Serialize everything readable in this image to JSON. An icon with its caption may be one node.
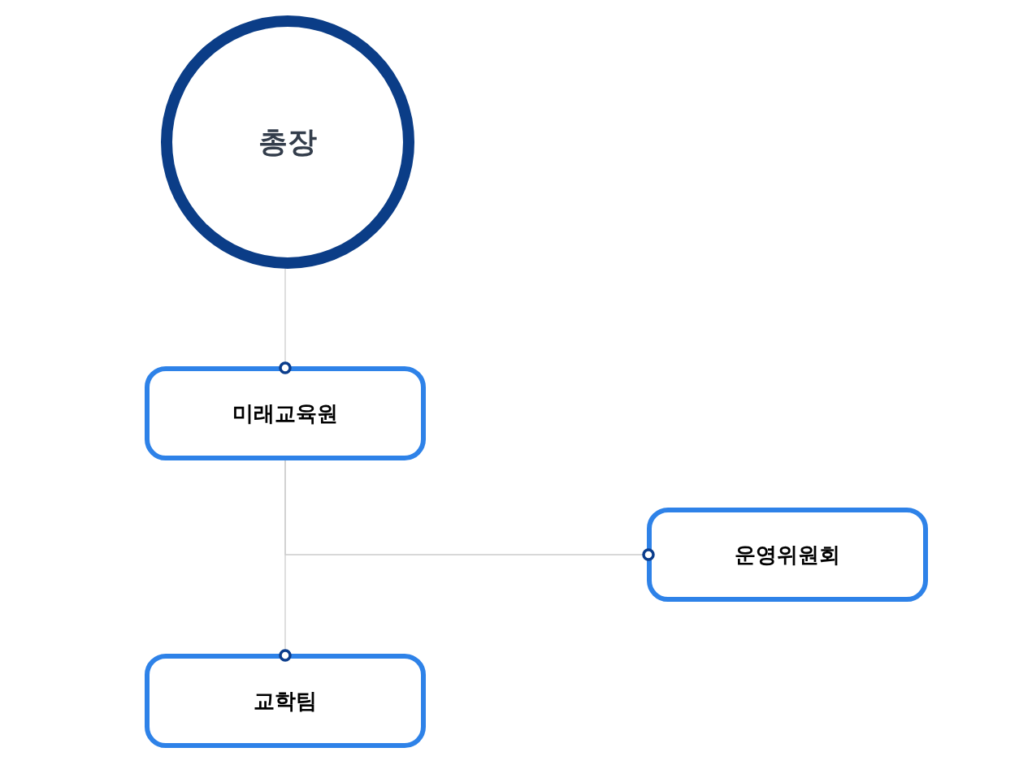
{
  "diagram": {
    "nodes": [
      {
        "text": [
          "총장"
        ]
      },
      {
        "text": [
          "미래교육원"
        ]
      },
      {
        "text": [
          "운영위원회"
        ]
      },
      {
        "text": [
          "교학팀"
        ]
      }
    ],
    "edges": [
      {
        "from": 0,
        "to": 1,
        "arrow": "other"
      },
      {
        "from": 1,
        "to": 2,
        "arrow": "other"
      },
      {
        "from": 1,
        "to": 3,
        "arrow": "other"
      }
    ]
  }
}
